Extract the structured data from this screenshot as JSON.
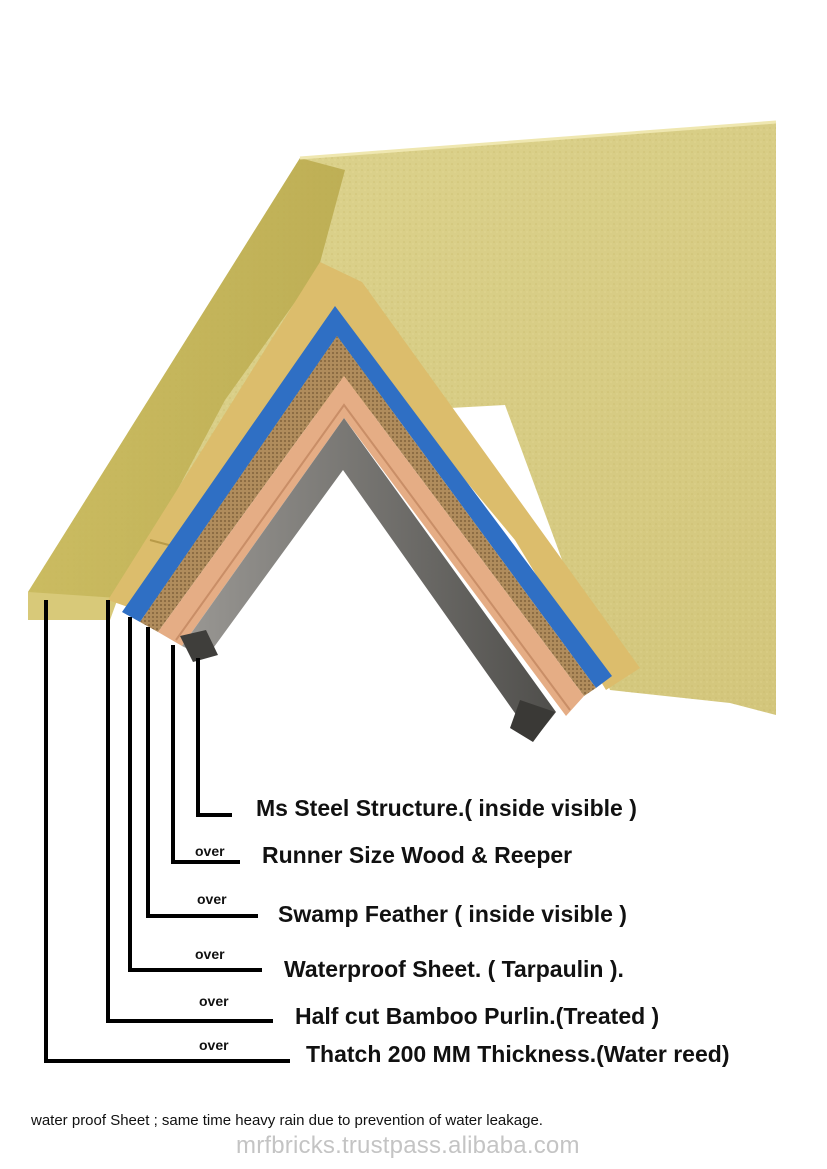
{
  "layers": [
    {
      "id": "steel",
      "label": "Ms Steel Structure.( inside visible )",
      "over": ""
    },
    {
      "id": "runner",
      "label": "Runner Size Wood & Reeper",
      "over": "over"
    },
    {
      "id": "swamp",
      "label": "Swamp Feather ( inside visible )",
      "over": "over"
    },
    {
      "id": "waterproof",
      "label": "Waterproof Sheet. ( Tarpaulin ).",
      "over": "over"
    },
    {
      "id": "bamboo",
      "label": "Half cut Bamboo Purlin.(Treated )",
      "over": "over"
    },
    {
      "id": "thatch",
      "label": "Thatch 200 MM Thickness.(Water reed)",
      "over": "over"
    }
  ],
  "footnote": "water proof Sheet ; same time heavy rain due to prevention of water leakage.",
  "watermark": "mrfbricks.trustpass.alibaba.com",
  "colors": {
    "thatch": "#d8cd86",
    "thatch_shadow": "#b7aa52",
    "bamboo": "#e0c372",
    "tarpaulin": "#2f6fc4",
    "swamp_feather": "#b89464",
    "wood": "#e2a982",
    "steel": "#6b6a66"
  }
}
